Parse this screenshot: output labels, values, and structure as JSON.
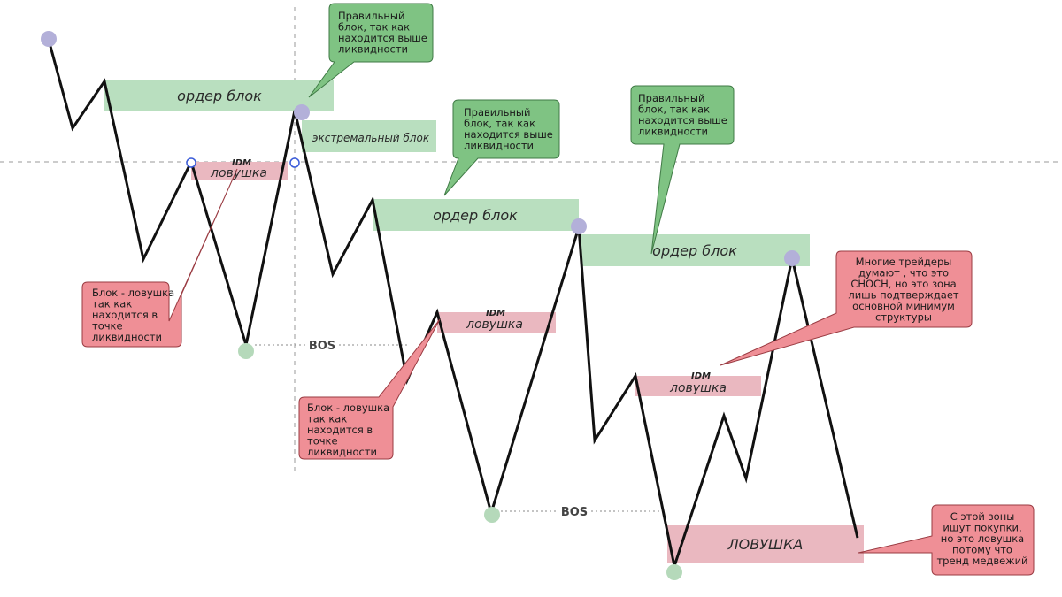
{
  "colors": {
    "green_zone": "#b9dfbf",
    "pink_zone": "#eab8c0",
    "green_note": "#7fc383",
    "green_note_border": "#3f7a45",
    "red_note": "#ef8f96",
    "red_note_border": "#9a3b42",
    "price_line": "#111111",
    "lavender_point": "#b3b0d9",
    "green_point": "#b5d9ba",
    "grid": "#9a9a9a"
  },
  "zones": {
    "order_block_1": "ордер блок",
    "extreme_block": "экстремальный блок",
    "trap_1": "ловушка",
    "order_block_2": "ордер блок",
    "trap_2": "ловушка",
    "order_block_3": "ордер блок",
    "trap_3": "ловушка",
    "big_trap": "ЛОВУШКА"
  },
  "labels": {
    "idm_1": "IDM",
    "idm_2": "IDM",
    "idm_3": "IDM",
    "bos_1": "BOS",
    "bos_2": "BOS"
  },
  "notes": {
    "green_1": [
      "Правильный",
      "блок, так как",
      "находится выше",
      "ликвидности"
    ],
    "green_2": [
      "Правильный",
      "блок, так как",
      "находится выше",
      "ликвидности"
    ],
    "green_3": [
      "Правильный",
      "блок, так как",
      "находится выше",
      "ликвидности"
    ],
    "red_1": [
      "Блок - ловушка",
      "так как",
      "находится в",
      "точке",
      "ликвидности"
    ],
    "red_2": [
      "Блок - ловушка",
      "так как",
      "находится в",
      "точке",
      "ликвидности"
    ],
    "red_3": [
      "Многие трейдеры",
      "думают , что это",
      "CHOCH, но это зона",
      "лишь подтверждает",
      "основной минимум",
      "структуры"
    ],
    "red_4": [
      "С этой зоны",
      "ищут покупки,",
      "но это ловушка",
      "потому что",
      "тренд медвежий"
    ]
  }
}
